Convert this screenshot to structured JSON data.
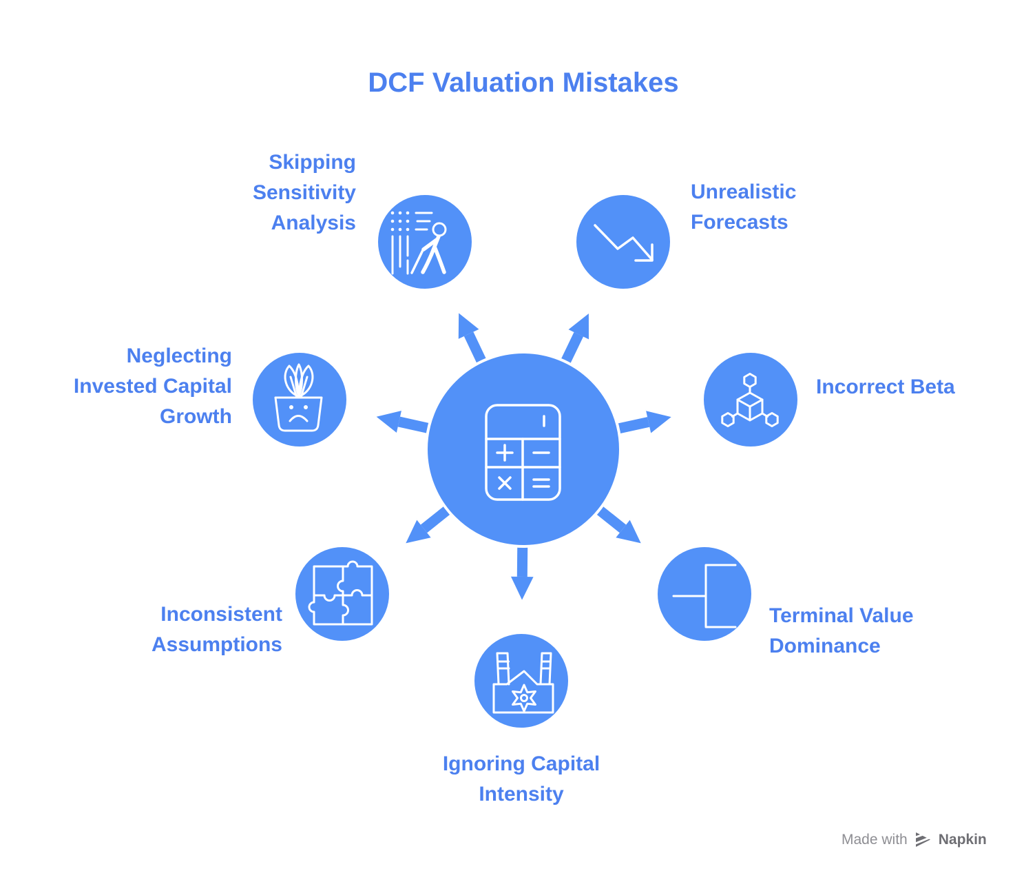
{
  "title": "DCF Valuation Mistakes",
  "colors": {
    "node_blue": "#5291F8",
    "text_blue": "#4C80EF",
    "icon_white": "#FFFFFF",
    "watermark_gray": "#8E8E93",
    "watermark_dark": "#6E6E73"
  },
  "center": {
    "icon": "calculator"
  },
  "nodes": [
    {
      "id": "skipping-sensitivity-analysis",
      "label": "Skipping\nSensitivity\nAnalysis",
      "icon": "walking-person-chart"
    },
    {
      "id": "unrealistic-forecasts",
      "label": "Unrealistic\nForecasts",
      "icon": "downtrend-arrow"
    },
    {
      "id": "incorrect-beta",
      "label": "Incorrect Beta",
      "icon": "molecule-cube"
    },
    {
      "id": "terminal-value-dominance",
      "label": "Terminal Value\nDominance",
      "icon": "terminal-bracket"
    },
    {
      "id": "ignoring-capital-intensity",
      "label": "Ignoring Capital\nIntensity",
      "icon": "factory-gear"
    },
    {
      "id": "inconsistent-assumptions",
      "label": "Inconsistent\nAssumptions",
      "icon": "puzzle-pieces"
    },
    {
      "id": "neglecting-invested-capital-growth",
      "label": "Neglecting\nInvested Capital\nGrowth",
      "icon": "sad-plant"
    }
  ],
  "watermark": {
    "made_with": "Made with",
    "brand": "Napkin"
  }
}
